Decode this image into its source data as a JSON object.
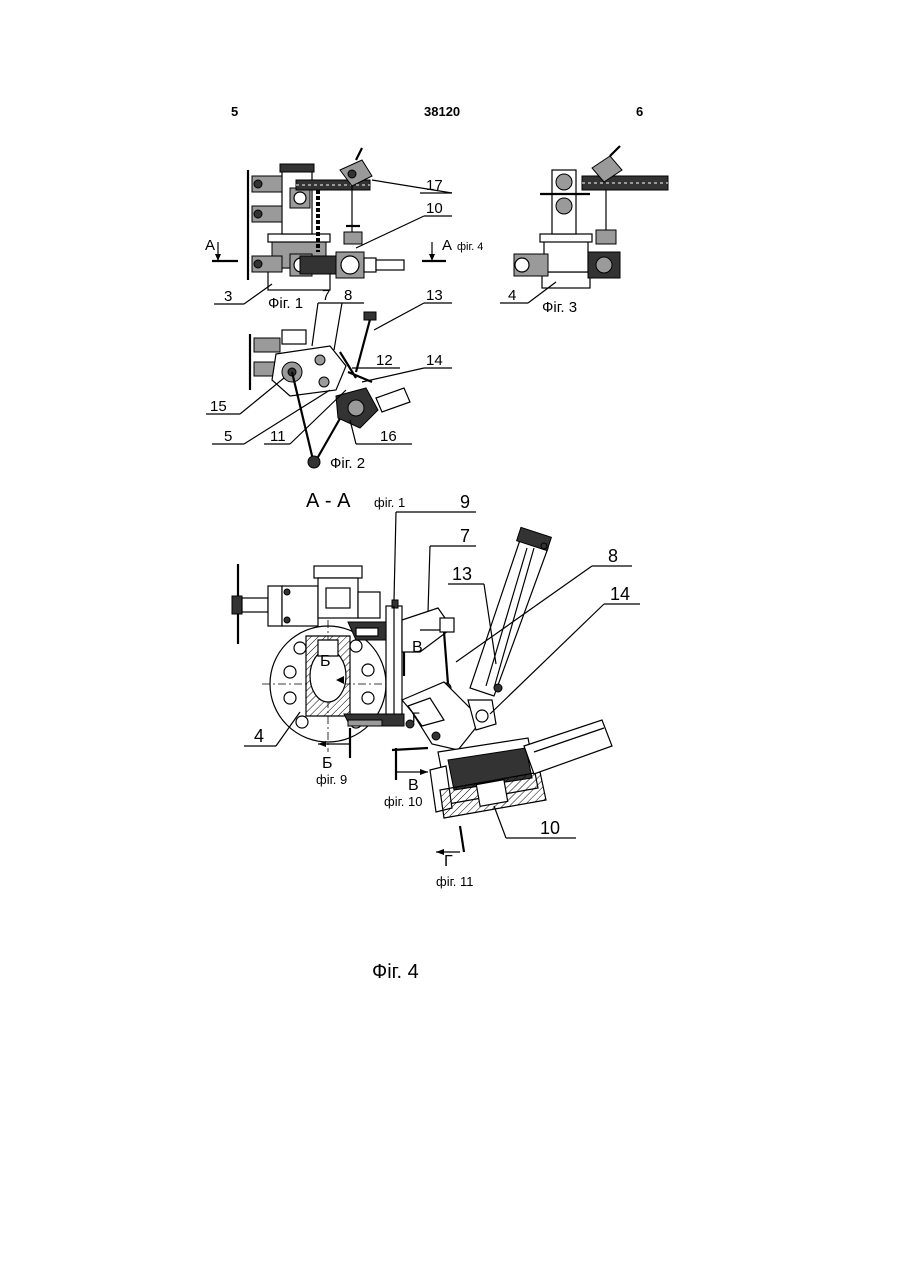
{
  "header": {
    "page_left": "5",
    "patent_number": "38120",
    "page_right": "6"
  },
  "fig1": {
    "caption": "Фіг. 1",
    "section_mark": "А",
    "section_mark_right": "А",
    "section_ref": "фіг. 4",
    "callouts": [
      "17",
      "10",
      "3"
    ]
  },
  "fig2": {
    "caption": "Фіг. 2",
    "callouts": [
      "7",
      "8",
      "13",
      "12",
      "14",
      "15",
      "5",
      "11",
      "16"
    ]
  },
  "fig3": {
    "caption": "Фіг. 3",
    "callouts": [
      "4"
    ]
  },
  "fig4": {
    "section_title": "А - А",
    "section_title_ref": "фіг. 1",
    "callouts": [
      "9",
      "7",
      "13",
      "8",
      "14",
      "4",
      "10"
    ],
    "cut_b": "Б",
    "cut_b_ref": "фіг. 9",
    "cut_v": "В",
    "cut_v_ref": "фіг. 10",
    "cut_g": "Г",
    "cut_g_ref": "фіг. 11",
    "caption": "Фіг. 4"
  }
}
